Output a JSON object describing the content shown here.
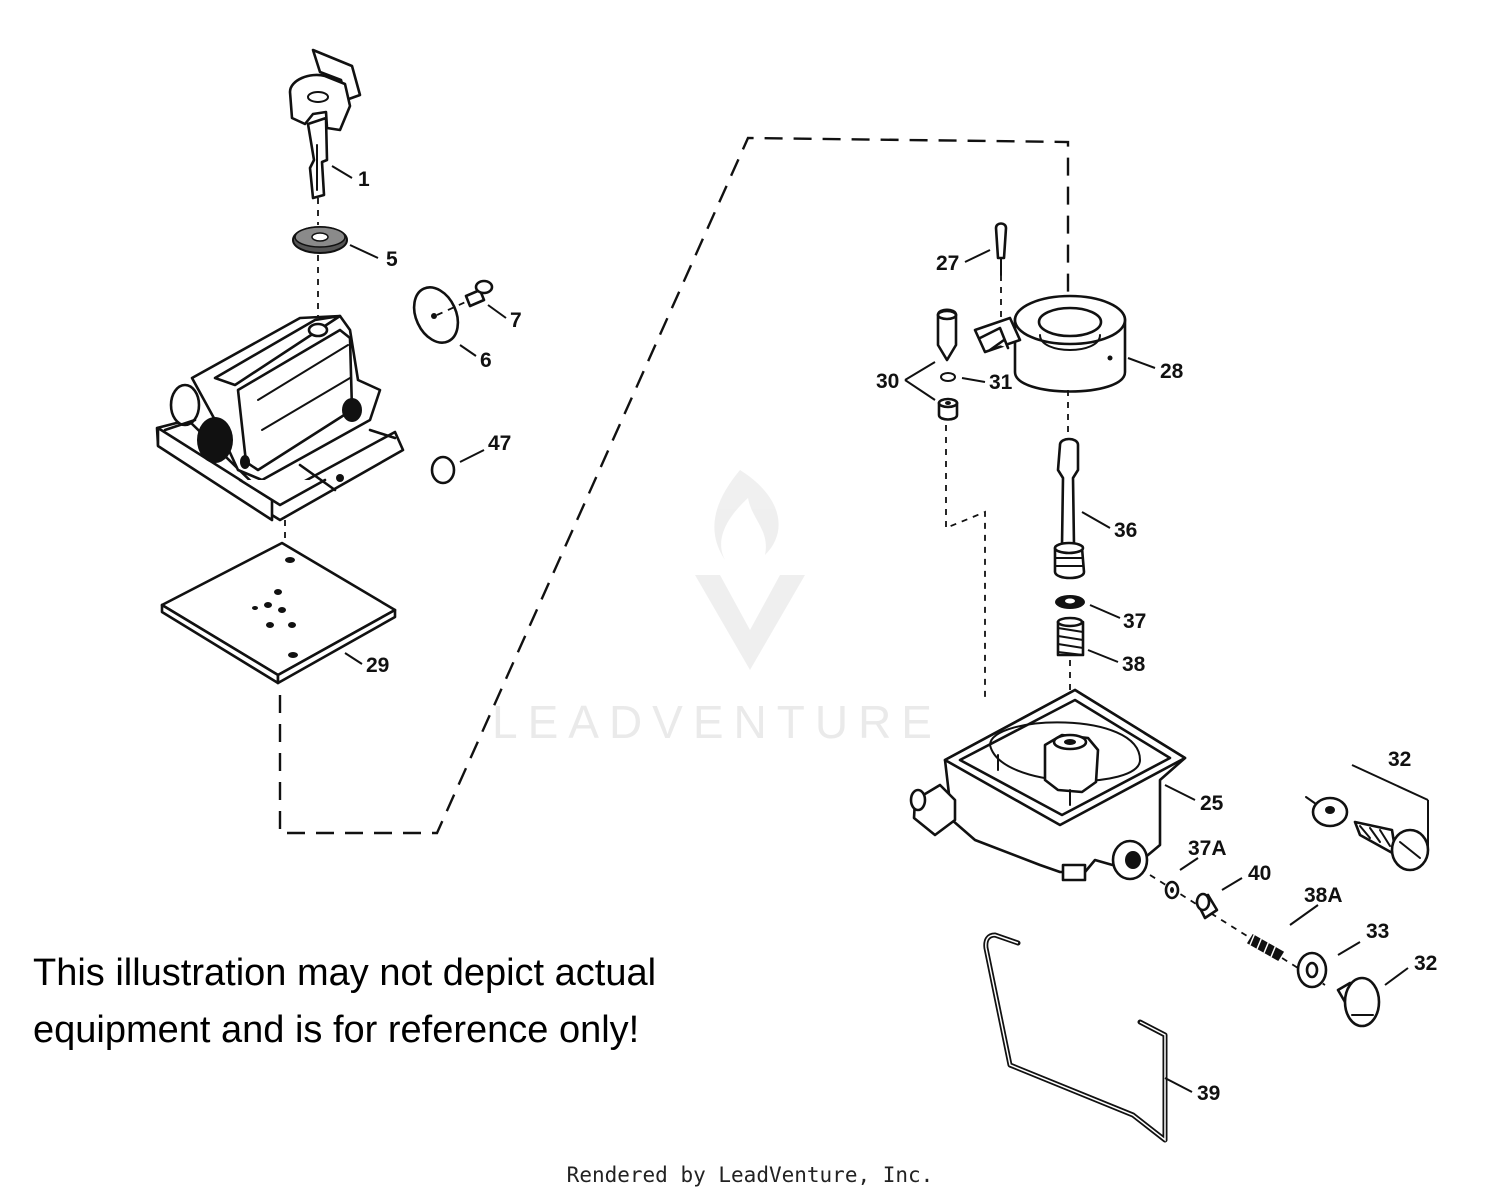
{
  "callouts": [
    {
      "id": "1",
      "label": "1"
    },
    {
      "id": "5",
      "label": "5"
    },
    {
      "id": "7",
      "label": "7"
    },
    {
      "id": "6",
      "label": "6"
    },
    {
      "id": "47",
      "label": "47"
    },
    {
      "id": "29",
      "label": "29"
    },
    {
      "id": "27",
      "label": "27"
    },
    {
      "id": "28",
      "label": "28"
    },
    {
      "id": "30",
      "label": "30"
    },
    {
      "id": "31",
      "label": "31"
    },
    {
      "id": "36",
      "label": "36"
    },
    {
      "id": "37",
      "label": "37"
    },
    {
      "id": "38",
      "label": "38"
    },
    {
      "id": "25",
      "label": "25"
    },
    {
      "id": "32a",
      "label": "32"
    },
    {
      "id": "37A",
      "label": "37A"
    },
    {
      "id": "40",
      "label": "40"
    },
    {
      "id": "38A",
      "label": "38A"
    },
    {
      "id": "33",
      "label": "33"
    },
    {
      "id": "32b",
      "label": "32"
    },
    {
      "id": "39",
      "label": "39"
    }
  ],
  "disclaimer": {
    "line1": "This illustration may not depict actual",
    "line2": "equipment and is for reference only!"
  },
  "footer": "Rendered by LeadVenture, Inc.",
  "watermark": "LEADVENTURE"
}
